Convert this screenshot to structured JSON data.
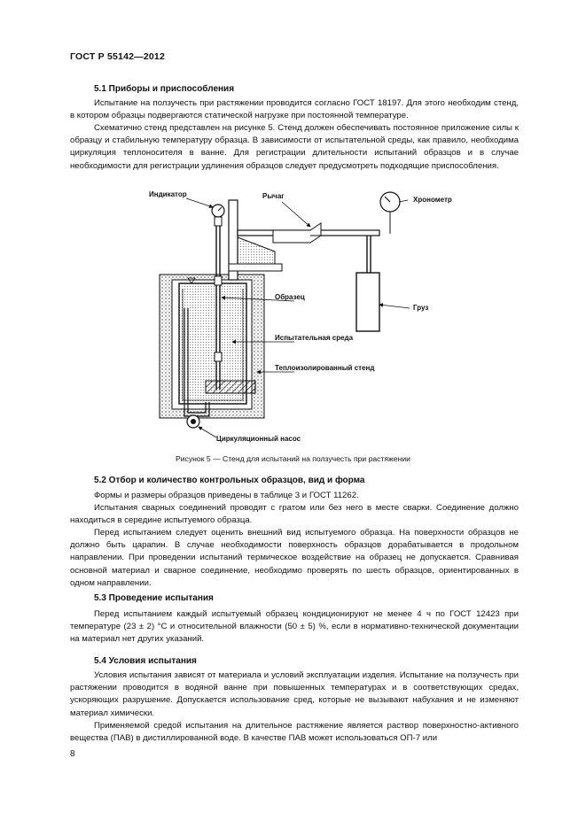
{
  "header": "ГОСТ Р 55142—2012",
  "s51": {
    "title": "5.1 Приборы и приспособления",
    "p1": "Испытание на ползучесть при растяжении проводится согласно ГОСТ 18197. Для этого необходим стенд, в котором образцы подвергаются статической нагрузке при постоянной температуре.",
    "p2": "Схематично стенд представлен на рисунке 5. Стенд должен обеспечивать постоянное приложение силы к образцу и стабильную температуру образца. В зависимости от испытательной среды, как правило, необходима циркуляция теплоносителя в ванне. Для регистрации длительности испытаний образцов и в случае необходимости для регистрации удлинения образцов следует предусмотреть подходящие приспособления."
  },
  "figure": {
    "labels": {
      "indicator": "Индикатор",
      "lever": "Рычаг",
      "chronometer": "Хронометр",
      "sample": "Образец",
      "weight": "Груз",
      "medium": "Испытательная среда",
      "stand": "Теплоизолированный стенд",
      "pump": "Циркуляционный насос"
    },
    "caption": "Рисунок 5 — Стенд для испытаний на ползучесть при растяжении"
  },
  "s52": {
    "title": "5.2 Отбор и количество контрольных образцов, вид и форма",
    "p1": "Формы и размеры образцов приведены в таблице 3 и ГОСТ 11262.",
    "p2": "Испытания сварных соединений проводят с гратом или без него в месте сварки. Соединение должно находиться в середине испытуемого образца.",
    "p3": "Перед испытанием следует оценить внешний вид испытуемого образца. На поверхности образцов не должно быть царапин. В случае необходимости поверхность образцов дорабатывается в продольном направлении. При проведении испытаний термическое воздействие на образец не допускается. Сравнивая основной материал и сварное соединение, необходимо проверять по шесть образцов, ориентированных в одном направлении."
  },
  "s53": {
    "title": "5.3 Проведение испытания",
    "p1": "Перед испытанием каждый испытуемый образец кондиционируют не менее 4 ч по ГОСТ 12423 при температуре (23 ± 2) °С и относительной влажности (50 ± 5) %, если в нормативно-технической документации на материал нет других указаний."
  },
  "s54": {
    "title": "5.4 Условия испытания",
    "p1": "Условия испытания зависят от материала и условий эксплуатации изделия. Испытание на ползучесть при растяжении проводится в водяной ванне при повышенных температурах и в соответствующих средах, ускоряющих разрушение. Допускается использование сред, которые не вызывают набухания и не изменяют материал химически.",
    "p2": "Применяемой средой испытания на длительное растяжение является раствор поверхностно-активного вещества (ПАВ) в дистиллированной воде. В качестве ПАВ может использоваться ОП-7 или"
  },
  "page_number": "8"
}
